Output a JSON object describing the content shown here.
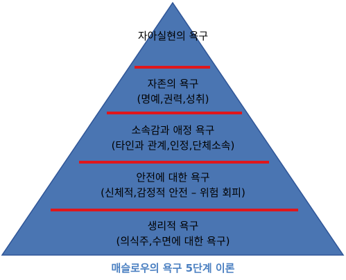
{
  "diagram": {
    "caption": "매슬로우의 욕구 5단계 이론",
    "colors": {
      "fill": "#4a75b2",
      "outline": "#2f5597",
      "divider": "#e0171b",
      "caption": "#4a7fc1"
    },
    "tiers": [
      {
        "title": "자아실현의 욕구",
        "detail": ""
      },
      {
        "title": "자존의 욕구",
        "detail": "(명예,권력,성취)"
      },
      {
        "title": "소속감과 애정 욕구",
        "detail": "(타인과 관계,인정,단체소속)"
      },
      {
        "title": "안전에 대한 욕구",
        "detail": "(신체적,감정적 안전 – 위험 회피)"
      },
      {
        "title": "생리적 욕구",
        "detail": "(의식주,수면에 대한 욕구)"
      }
    ]
  }
}
